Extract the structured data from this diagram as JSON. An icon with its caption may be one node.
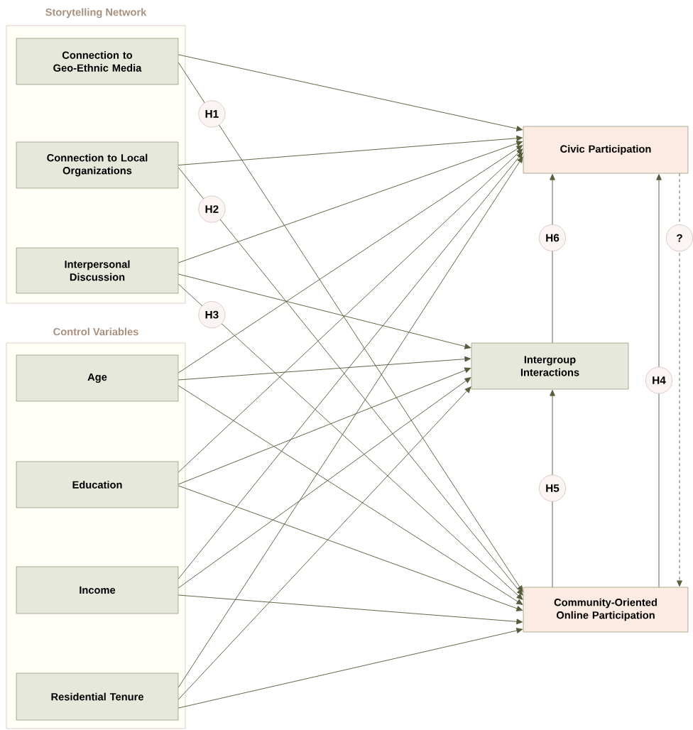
{
  "diagram": {
    "nodes": [
      {
        "text": [
          "Storytelling Network"
        ]
      },
      {
        "text": [
          "Connection to Geo-Ethnic Media"
        ],
        "in": 0
      },
      {
        "text": [
          "Connection to Local Organizations"
        ],
        "in": 0
      },
      {
        "text": [
          "Interpersonal Discussion"
        ],
        "in": 0
      },
      {
        "text": [
          "Control Variables"
        ]
      },
      {
        "text": [
          "Age"
        ],
        "in": 4
      },
      {
        "text": [
          "Education"
        ],
        "in": 4
      },
      {
        "text": [
          "Income"
        ],
        "in": 4
      },
      {
        "text": [
          "Residential Tenure"
        ],
        "in": 4
      },
      {
        "text": [
          "Civic Participation"
        ]
      },
      {
        "text": [
          "Intergroup Interactions"
        ]
      },
      {
        "text": [
          "Community-Oriented Online Participation"
        ]
      }
    ],
    "edges": [
      {
        "from": 1,
        "to": 9,
        "arrow": "to"
      },
      {
        "from": 1,
        "to": 11,
        "arrow": "to",
        "label": "H1"
      },
      {
        "from": 2,
        "to": 9,
        "arrow": "to"
      },
      {
        "from": 2,
        "to": 11,
        "arrow": "to",
        "label": "H2"
      },
      {
        "from": 3,
        "to": 9,
        "arrow": "to"
      },
      {
        "from": 3,
        "to": 10,
        "arrow": "to"
      },
      {
        "from": 3,
        "to": 11,
        "arrow": "to",
        "label": "H3"
      },
      {
        "from": 5,
        "to": 9,
        "arrow": "to"
      },
      {
        "from": 5,
        "to": 10,
        "arrow": "to"
      },
      {
        "from": 5,
        "to": 11,
        "arrow": "to"
      },
      {
        "from": 6,
        "to": 9,
        "arrow": "to"
      },
      {
        "from": 6,
        "to": 10,
        "arrow": "to"
      },
      {
        "from": 6,
        "to": 11,
        "arrow": "to"
      },
      {
        "from": 7,
        "to": 9,
        "arrow": "to"
      },
      {
        "from": 7,
        "to": 10,
        "arrow": "to"
      },
      {
        "from": 7,
        "to": 11,
        "arrow": "to"
      },
      {
        "from": 8,
        "to": 9,
        "arrow": "to"
      },
      {
        "from": 8,
        "to": 10,
        "arrow": "to"
      },
      {
        "from": 8,
        "to": 11,
        "arrow": "to"
      },
      {
        "from": 10,
        "to": 9,
        "arrow": "to",
        "label": "H6"
      },
      {
        "from": 11,
        "to": 10,
        "arrow": "to",
        "label": "H5"
      },
      {
        "from": 11,
        "to": 9,
        "arrow": "to",
        "label": "H4"
      },
      {
        "from": 9,
        "to": 11,
        "arrow": "to",
        "label": "?",
        "style": "dashed"
      }
    ]
  }
}
